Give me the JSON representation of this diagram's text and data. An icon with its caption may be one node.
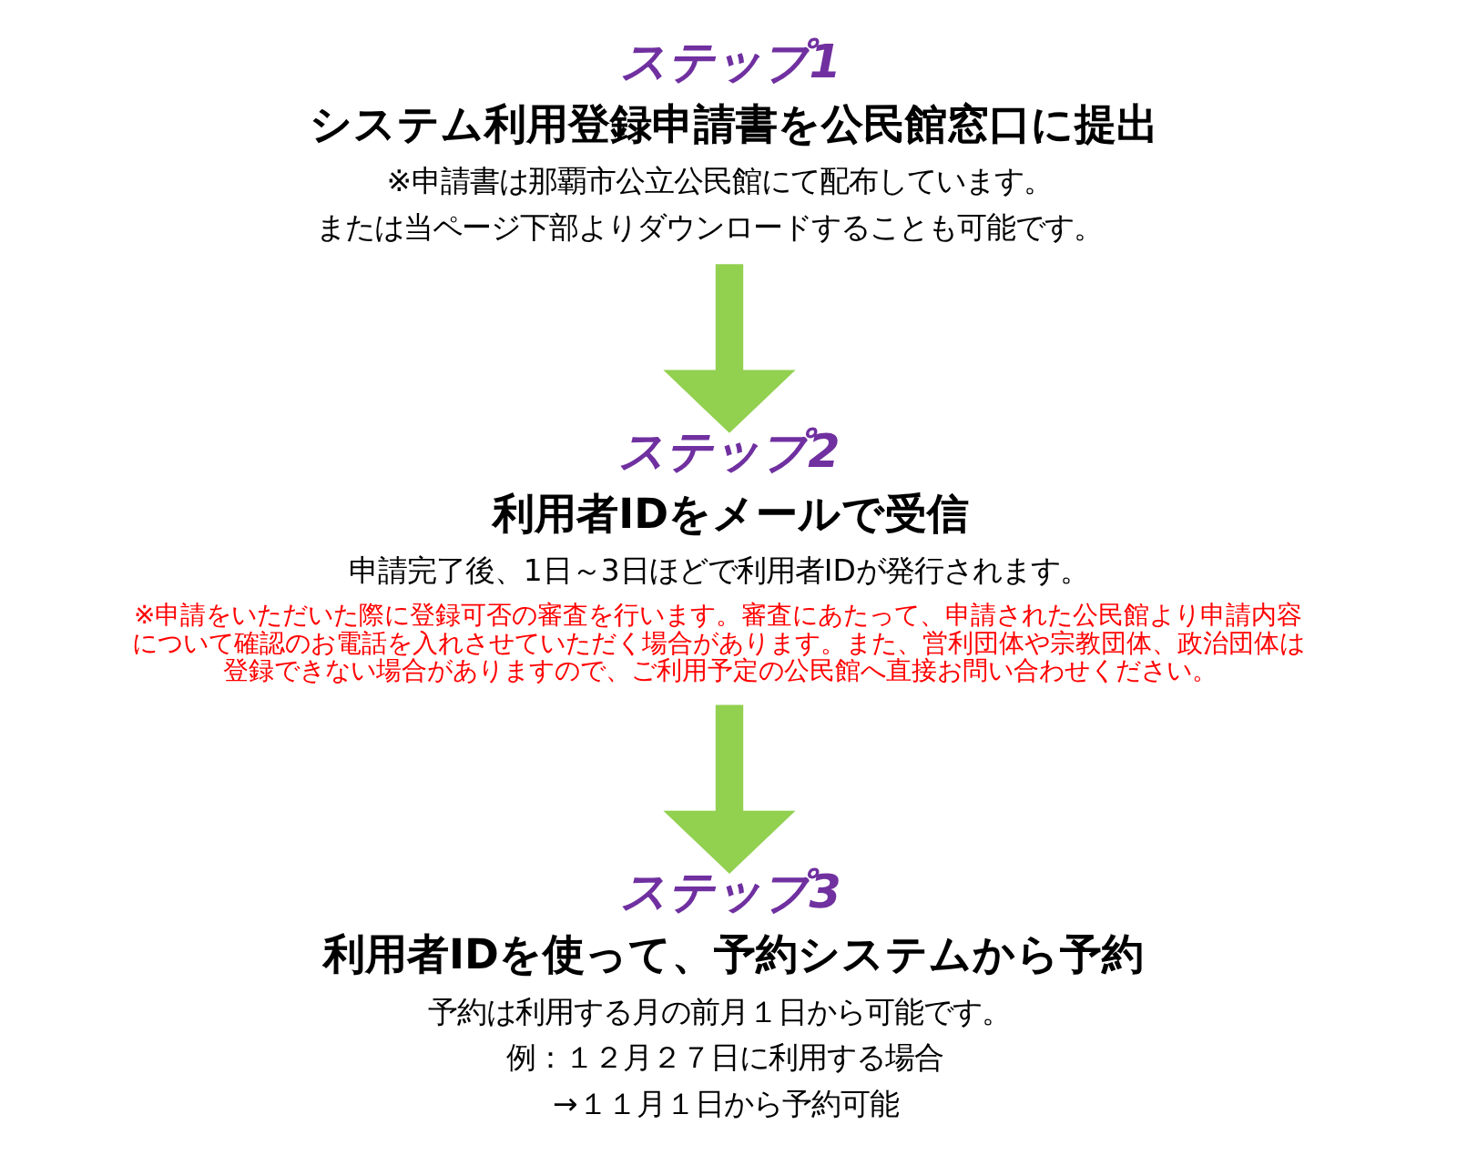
{
  "diagram": {
    "nodes": [
      {
        "text": [
          "ステップ1",
          "システム利用登録申請書を公民館窓口に提出",
          "※申請書は那覇市公立公民館にて配布しています。",
          "または当ページ下部よりダウンロードすることも可能です。"
        ]
      },
      {
        "text": [
          "ステップ2",
          "利用者IDをメールで受信",
          "申請完了後、1日～3日ほどで利用者IDが発行されます。",
          "※申請をいただいた際に登録可否の審査を行います。審査にあたって、申請された公民館より申請内容について確認のお電話を入れさせていただく場合があります。また、営利団体や宗教団体、政治団体は登録できない場合がありますので、ご利用予定の公民館へ直接お問い合わせください。"
        ]
      },
      {
        "text": [
          "ステップ3",
          "利用者IDを使って、予約システムから予約",
          "予約は利用する月の前月１日から可能です。",
          "例：１２月２７日に利用する場合",
          "→１１月１日から予約可能"
        ]
      }
    ],
    "edges": [
      {
        "from": 0,
        "to": 1,
        "arrow": "to",
        "color": "#92d050"
      },
      {
        "from": 1,
        "to": 2,
        "arrow": "to",
        "color": "#92d050"
      }
    ]
  }
}
